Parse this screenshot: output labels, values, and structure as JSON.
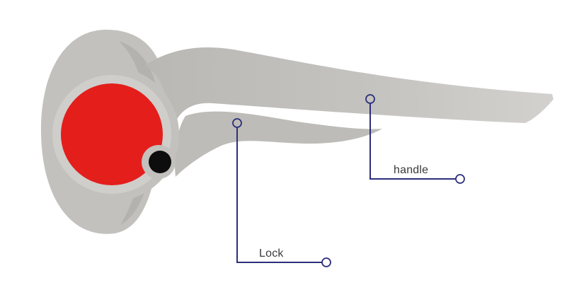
{
  "labels": {
    "handle": "handle",
    "lock": "Lock"
  },
  "colors": {
    "background": "#ffffff",
    "rosette": "#c2c1bd",
    "rosette_shade": "#b3b2ae",
    "lever": "#bdbcb8",
    "lever_highlight": "#cfcecb",
    "lock_disc": "#e41e1b",
    "keyhole": "#0d0d0d",
    "leader_line": "#2d2f7a"
  },
  "icons": {
    "lock_disc": "red-circle",
    "keyhole": "black-dot"
  }
}
